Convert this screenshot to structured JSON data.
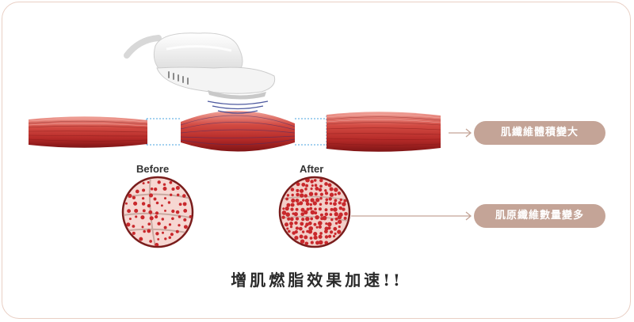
{
  "labels": {
    "before": "Before",
    "after": "After"
  },
  "callouts": {
    "top": "肌纖維體積變大",
    "bottom": "肌原纖維數量變多"
  },
  "headline": "增肌燃脂效果加速!!",
  "colors": {
    "muscle_light": "#e8867a",
    "muscle_mid": "#c83a34",
    "muscle_dark": "#8e1b1c",
    "pill": "#c4a497",
    "border": "#e9cfc4",
    "dotted_guides": "#4aa3df",
    "device_waves": "#2f3d8f"
  },
  "icons": {
    "device": "ems-handpiece-icon",
    "arrow": "arrow-right-icon"
  }
}
